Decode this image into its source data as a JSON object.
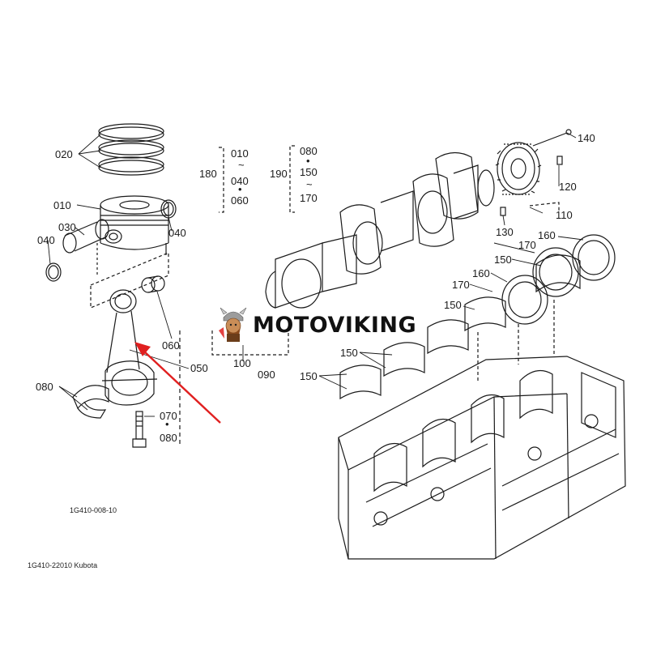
{
  "brand": {
    "name": "MOTOVIKING"
  },
  "drawing_code": "1G410-008-10",
  "caption": "1G410-22010 Kubota",
  "callouts": {
    "c020": "020",
    "c010": "010",
    "c030": "030",
    "c040a": "040",
    "c040b": "040",
    "c060": "060",
    "c050": "050",
    "c080a": "080",
    "c070": "070",
    "c080b": "080",
    "c100": "100",
    "c090": "090",
    "c180": "180",
    "c180_from": "010",
    "c180_to1": "040",
    "c180_to2": "060",
    "c190": "190",
    "c190_from": "080",
    "c190_mid": "150",
    "c190_to": "170",
    "c140": "140",
    "c120": "120",
    "c110": "110",
    "c130": "130",
    "c160a": "160",
    "c170a": "170",
    "c150a": "150",
    "c160b": "160",
    "c170b": "170",
    "c150b": "150",
    "c150c": "150",
    "c150d": "150"
  },
  "tilde": "~",
  "dot": "•",
  "colors": {
    "arrow": "#e02020",
    "line": "#1a1a1a",
    "dash": "#333333"
  }
}
